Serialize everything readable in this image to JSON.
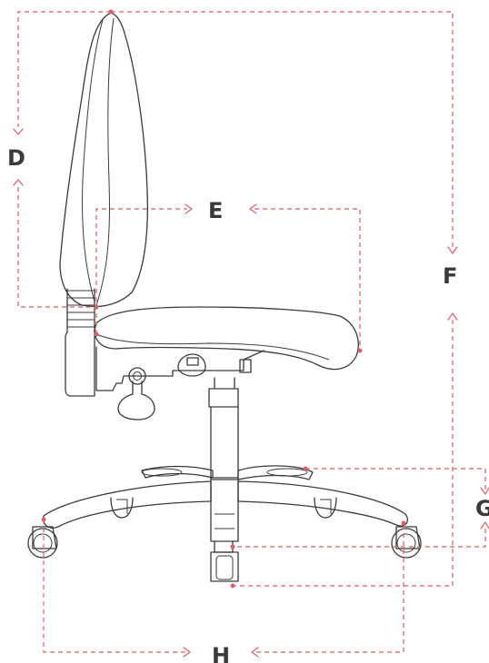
{
  "colors": {
    "outline": "#3a3a3a",
    "dimension": "#d9606a"
  },
  "labels": {
    "d": "D",
    "e": "E",
    "f": "F",
    "g": "G",
    "h": "H"
  }
}
